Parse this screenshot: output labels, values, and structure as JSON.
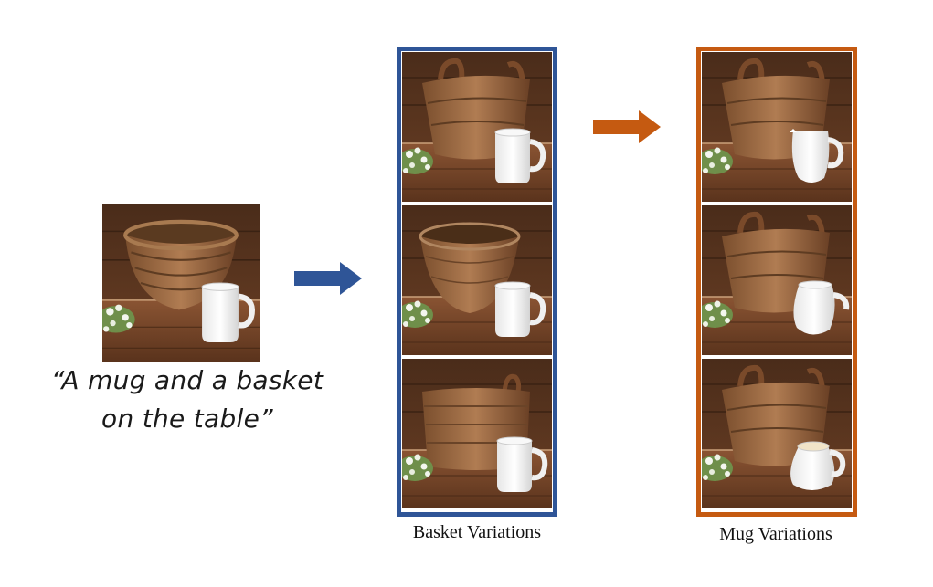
{
  "prompt": {
    "line1": "“A mug and a basket",
    "line2": "on the table”"
  },
  "captions": {
    "basket": "Basket Variations",
    "mug": "Mug Variations"
  },
  "colors": {
    "blue_arrow": "#2F5597",
    "orange_arrow": "#C55A11",
    "blue_frame": "#2F5597",
    "orange_frame": "#C55A11"
  },
  "icons": {
    "arrow_1": "right-arrow-icon",
    "arrow_2": "right-arrow-icon"
  }
}
